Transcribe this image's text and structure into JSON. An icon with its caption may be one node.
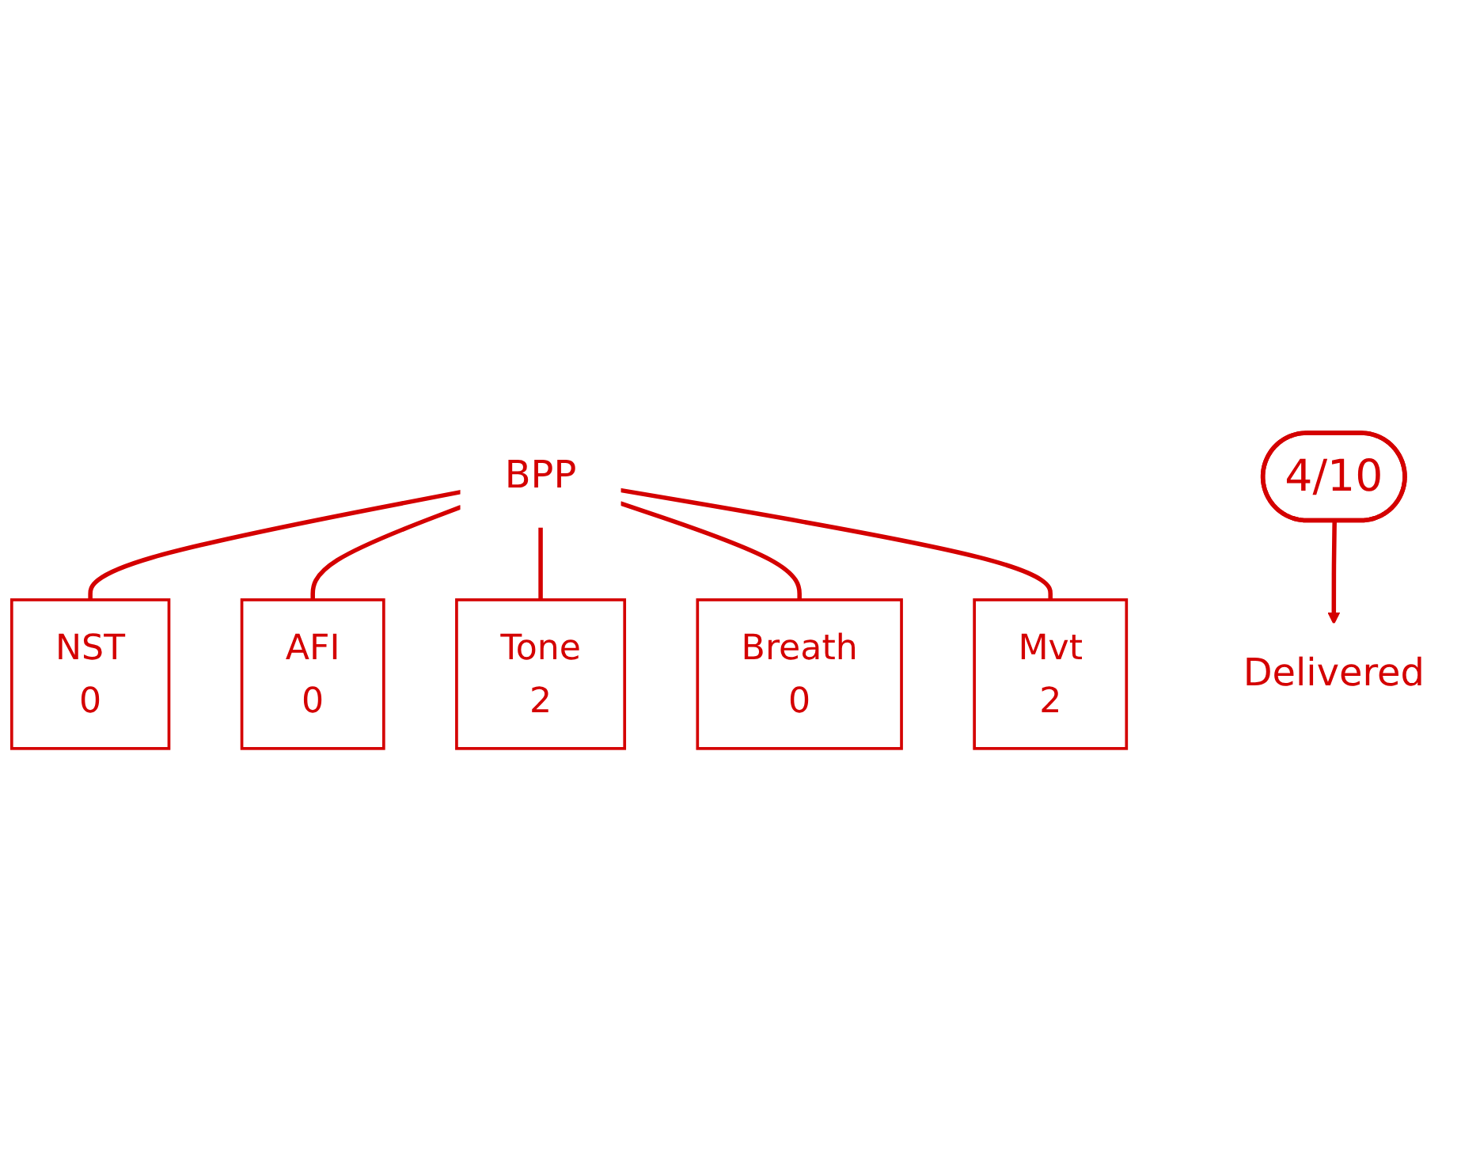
{
  "diagram": {
    "nodes": [
      {
        "text": [
          "BPP"
        ]
      },
      {
        "text": [
          "NST",
          "0"
        ]
      },
      {
        "text": [
          "AFI",
          "0"
        ]
      },
      {
        "text": [
          "Tone",
          "2"
        ]
      },
      {
        "text": [
          "Breath",
          "0"
        ]
      },
      {
        "text": [
          "Mvt",
          "2"
        ]
      },
      {
        "text": [
          "4/10"
        ]
      },
      {
        "text": [
          "Delivered"
        ]
      }
    ],
    "edges": [
      {
        "from": 0,
        "to": 1,
        "arrow": "none"
      },
      {
        "from": 0,
        "to": 2,
        "arrow": "none"
      },
      {
        "from": 0,
        "to": 3,
        "arrow": "none"
      },
      {
        "from": 0,
        "to": 4,
        "arrow": "none"
      },
      {
        "from": 0,
        "to": 5,
        "arrow": "none"
      },
      {
        "from": 6,
        "to": 7,
        "arrow": "to"
      }
    ]
  }
}
